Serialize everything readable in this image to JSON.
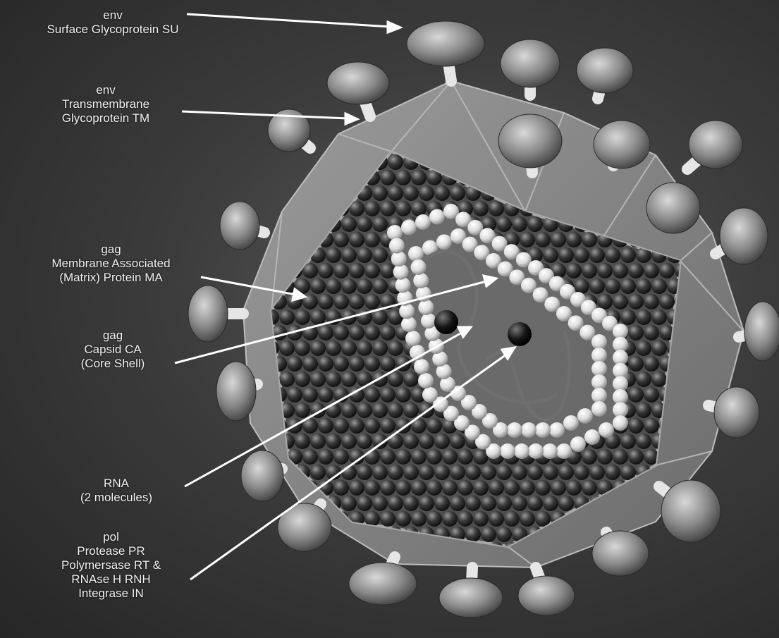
{
  "labels": {
    "su": {
      "gene": "env",
      "name": "Surface Glycoprotein SU"
    },
    "tm": {
      "gene": "env",
      "line1": "Transmembrane",
      "line2": "Glycoprotein TM"
    },
    "ma": {
      "gene": "gag",
      "line1": "Membrane Associated",
      "line2": "(Matrix) Protein MA"
    },
    "ca": {
      "gene": "gag",
      "line1": "Capsid CA",
      "line2": "(Core Shell)"
    },
    "rna": {
      "line1": "RNA",
      "line2": "(2 molecules)"
    },
    "pol": {
      "gene": "pol",
      "line1": "Protease PR",
      "line2": "Polymersase RT &",
      "line3": "RNAse H RNH",
      "line4": "Integrase IN"
    }
  },
  "colors": {
    "background": "#2f2f2f",
    "envelope": "#8a8a8a",
    "knob": "#9a9a9a",
    "matrix_sphere": "#3a3a3a",
    "capsid_sphere": "#e6e6e6",
    "text": "#f2f2f2"
  }
}
